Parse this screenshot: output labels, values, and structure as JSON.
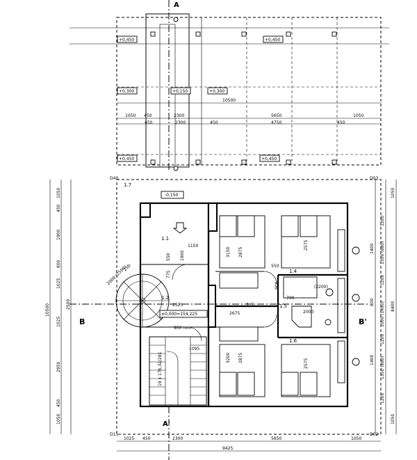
{
  "section_marks": {
    "top": "A",
    "bottom": "A'",
    "left": "B",
    "right": "B'"
  },
  "upper_plan": {
    "levels": [
      "+0,450",
      "+0,450",
      "+0,300",
      "+0,150",
      "+0,300",
      "+0,450",
      "+0,450"
    ],
    "dims_row1": [
      "1050",
      "450",
      "2300",
      "5650",
      "1050"
    ],
    "dims_row2": [
      "450",
      "2300",
      "450",
      "4750",
      "450"
    ],
    "dims_total": "10500"
  },
  "lower_plan": {
    "corner_tags": {
      "tl": "D40",
      "tr": "D03",
      "bl": "D11",
      "br": "D02"
    },
    "rooms": [
      "1.7",
      "1.1",
      "1.2",
      "1.3",
      "1.4",
      "1.5",
      "1.6"
    ],
    "levels": [
      "-0,150",
      "±0,000=154,225"
    ],
    "inner_dims": [
      "1150",
      "2525",
      "2675",
      "3150",
      "2875",
      "2575",
      "3200",
      "2875",
      "2575",
      "900 mm",
      "1095",
      "550",
      "700",
      "900",
      "(2200)",
      "2000",
      "775",
      "550",
      "1900",
      "250",
      "19 x 176,32/281"
    ],
    "left_dims": [
      "1050",
      "450",
      "1900",
      "600",
      "1025",
      "2500",
      "1025",
      "2950",
      "450",
      "1050",
      "10500"
    ],
    "right_dims": [
      "1050",
      "1200",
      "1400",
      "1350 (880)",
      "1200",
      "800",
      "1000 (1450)",
      "1200",
      "1400",
      "1350 (880)",
      "1200",
      "1050",
      "8400"
    ],
    "bottom_dims_row1": [
      "1025",
      "450",
      "2300",
      "5650",
      "1050"
    ],
    "bottom_dims_total": "9425",
    "stair_note": "2000 (2500)"
  }
}
